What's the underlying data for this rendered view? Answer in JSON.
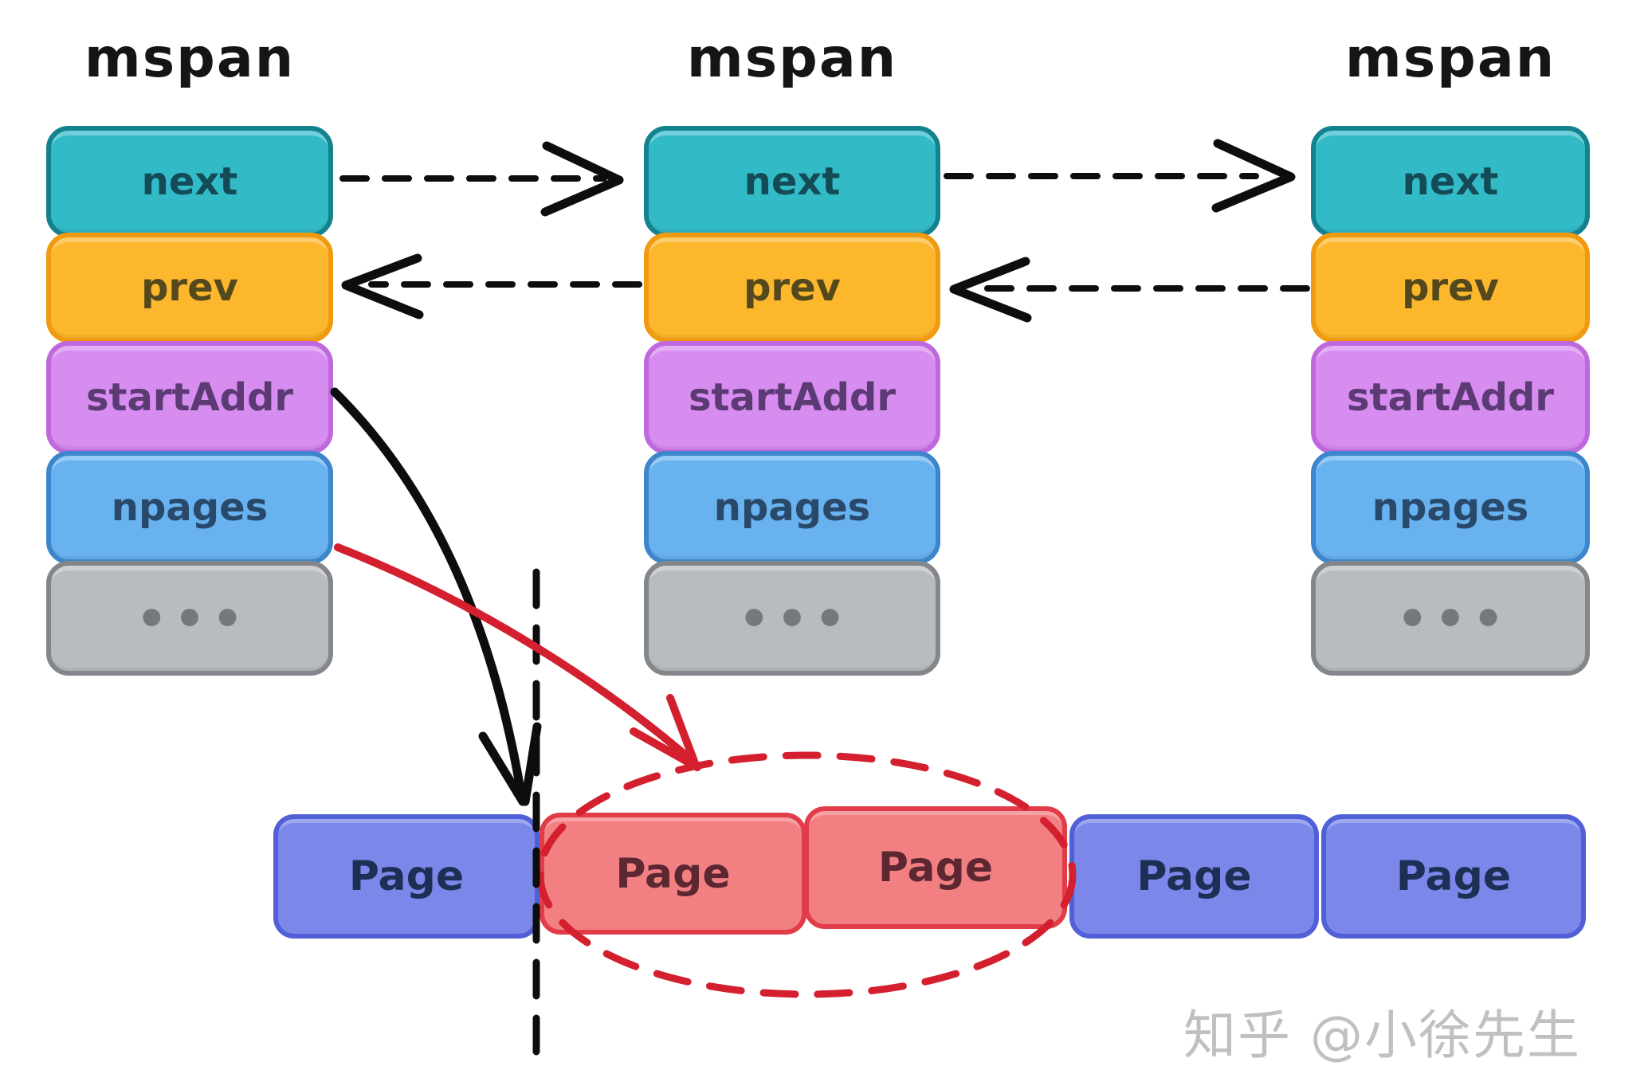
{
  "columns": [
    {
      "title": "mspan",
      "fields": {
        "next": "next",
        "prev": "prev",
        "start": "startAddr",
        "npages": "npages",
        "dots": "•••"
      }
    },
    {
      "title": "mspan",
      "fields": {
        "next": "next",
        "prev": "prev",
        "start": "startAddr",
        "npages": "npages",
        "dots": "•••"
      }
    },
    {
      "title": "mspan",
      "fields": {
        "next": "next",
        "prev": "prev",
        "start": "startAddr",
        "npages": "npages",
        "dots": "•••"
      }
    }
  ],
  "pages": [
    {
      "label": "Page",
      "state": "normal"
    },
    {
      "label": "Page",
      "state": "highlighted"
    },
    {
      "label": "Page",
      "state": "highlighted"
    },
    {
      "label": "Page",
      "state": "normal"
    },
    {
      "label": "Page",
      "state": "normal"
    }
  ],
  "watermark": {
    "text": "知乎 @小徐先生"
  },
  "colors": {
    "field_next": "#33bac7",
    "field_prev": "#fcb72d",
    "field_startAddr": "#d78df0",
    "field_npages": "#69b2f0",
    "field_ellipsis": "#b9bcbe",
    "page_normal": "#7b87e9",
    "page_highlighted": "#f28083",
    "pointer_arrows": "#0d0d0d",
    "highlight_accent": "#d41f2f",
    "watermark": "#c0c0c0"
  }
}
